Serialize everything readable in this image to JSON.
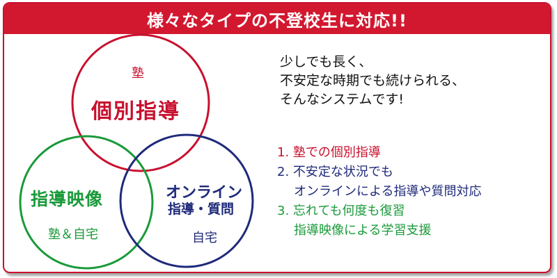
{
  "banner": {
    "title": "様々なタイプの不登校生に対応!!"
  },
  "colors": {
    "red": "#c8102e",
    "blue": "#1f2a7a",
    "green": "#1a9a3a",
    "banner": "#d2182f"
  },
  "venn": {
    "top": {
      "sub": "塾",
      "title": "個別指導"
    },
    "left": {
      "title": "指導映像",
      "sub": "塾＆自宅"
    },
    "right": {
      "title_line1": "オンライン",
      "title_line2": "指導・質問",
      "sub": "自宅"
    }
  },
  "intro": {
    "line1": "少しでも長く、",
    "line2": "不安定な時期でも続けられる、",
    "line3": "そんなシステムです!"
  },
  "features": {
    "item1": "1. 塾での個別指導",
    "item2_line1": "2. 不安定な状況でも",
    "item2_line2": "オンラインによる指導や質問対応",
    "item3_line1": "3. 忘れても何度も復習",
    "item3_line2": "指導映像による学習支援"
  }
}
